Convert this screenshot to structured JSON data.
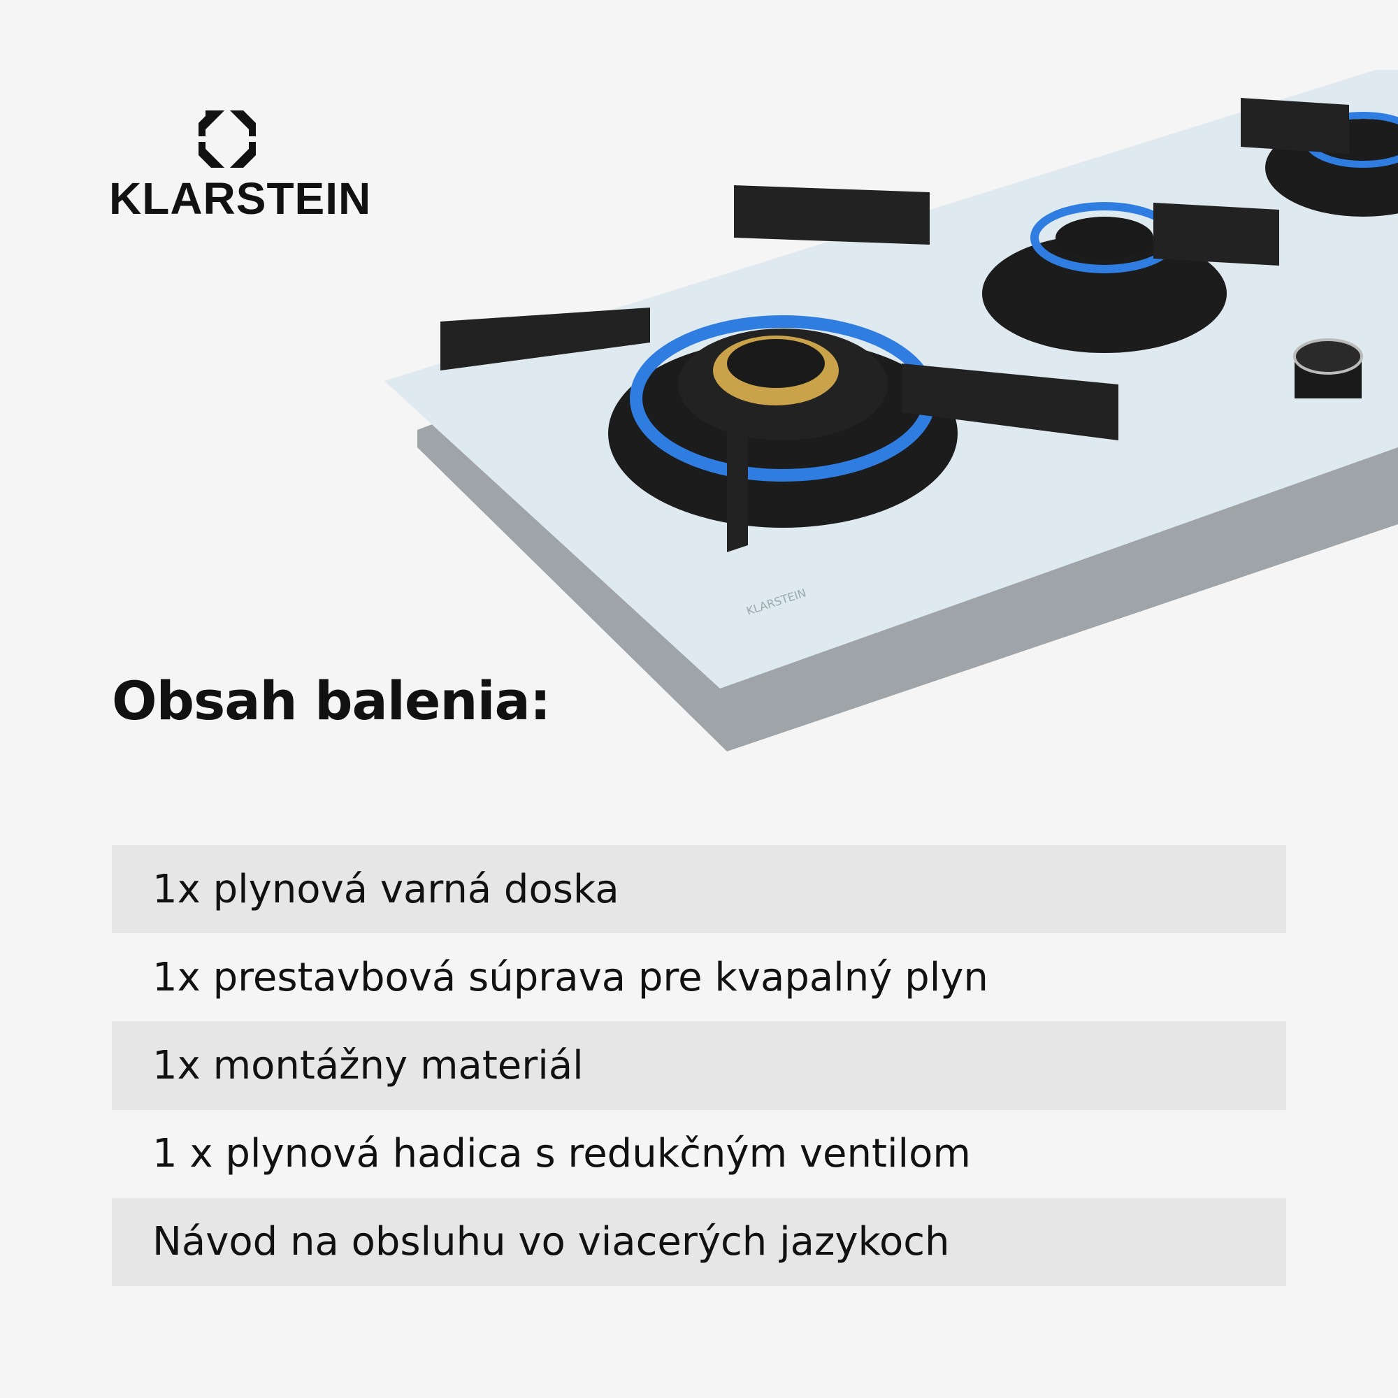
{
  "brand": {
    "name": "KLARSTEIN"
  },
  "product_image": {
    "engraving": "KLARSTEIN"
  },
  "heading": "Obsah balenia:",
  "items": [
    "1x plynová varná doska",
    "1x prestavbová súprava pre kvapalný plyn",
    "1x montážny materiál",
    "1 x plynová hadica s redukčným ventilom",
    "Návod na obsluhu vo viacerých jazykoch"
  ],
  "colors": {
    "background": "#f5f5f5",
    "row_shade": "#e6e6e6",
    "text": "#111111",
    "glass": "#dfe9f0",
    "flame": "#2f7de0"
  }
}
